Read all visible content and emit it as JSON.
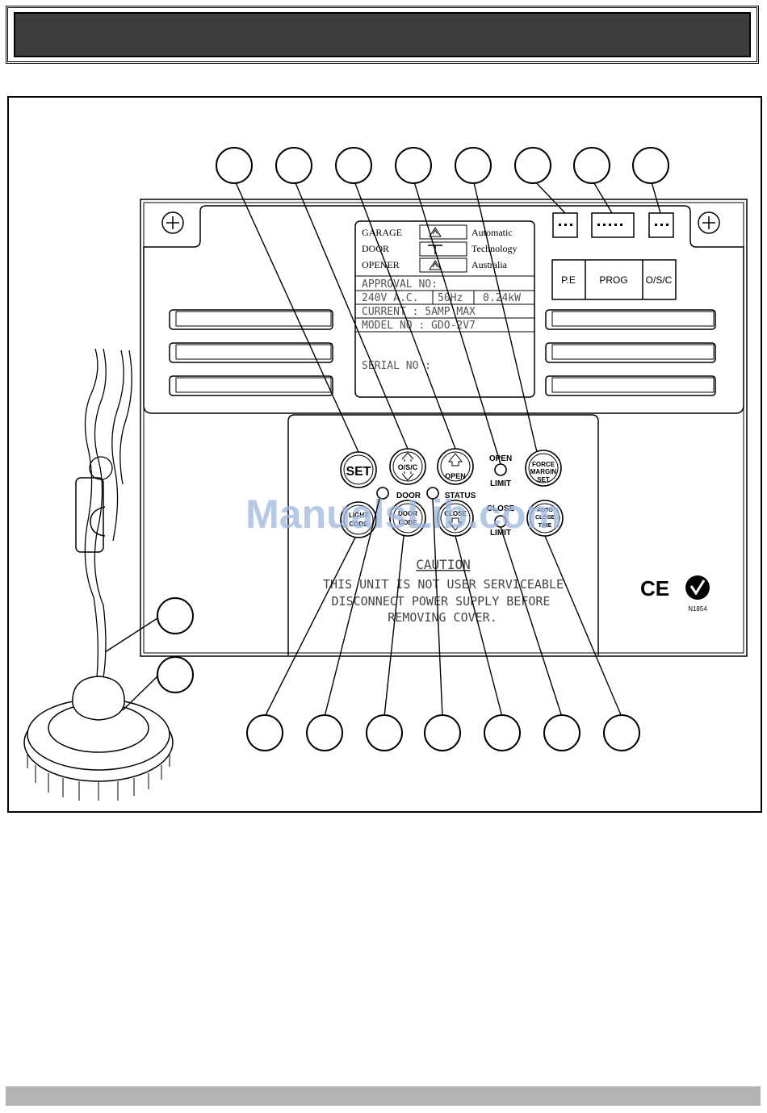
{
  "nameplate": {
    "row1_label": "GARAGE",
    "row2_label": "DOOR",
    "row3_label": "OPENER",
    "row1_text": "Automatic",
    "row2_text": "Technology",
    "row3_text": "Australia",
    "approval": "APPROVAL NO:",
    "voltage": "240V A.C.",
    "frequency": "50Hz",
    "power": "0.24kW",
    "current": "CURRENT : 5AMP MAX",
    "model": "MODEL NO : GDO-2V7",
    "serial": "SERIAL NO :"
  },
  "connectors": {
    "pe": "P.E",
    "prog": "PROG",
    "osc": "O/S/C"
  },
  "buttons": {
    "set": "SET",
    "osc_top": "O/S/C",
    "open": "OPEN",
    "force_1": "FORCE",
    "force_2": "MARGIN",
    "force_3": "SET",
    "light_1": "LIGHT",
    "light_2": "CODE",
    "door_1": "DOOR",
    "door_2": "CODE",
    "close": "CLOSE",
    "auto_1": "AUTO",
    "auto_2": "CLOSE",
    "auto_3": "TIME"
  },
  "indicators": {
    "open_1": "OPEN",
    "open_2": "LIMIT",
    "door": "DOOR",
    "status": "STATUS",
    "close_1": "CLOSE",
    "close_2": "LIMIT"
  },
  "caution": {
    "title": "CAUTION",
    "line1": "THIS UNIT IS NOT USER SERVICEABLE",
    "line2": "DISCONNECT POWER SUPPLY BEFORE",
    "line3": "REMOVING COVER."
  },
  "certification": {
    "ce": "CE",
    "ctick_code": "N1854"
  },
  "watermark": "ManualsLib.com",
  "colors": {
    "header_fill": "#3d3d3d",
    "footer_fill": "#b3b3b3",
    "watermark": "#9db8e0"
  }
}
